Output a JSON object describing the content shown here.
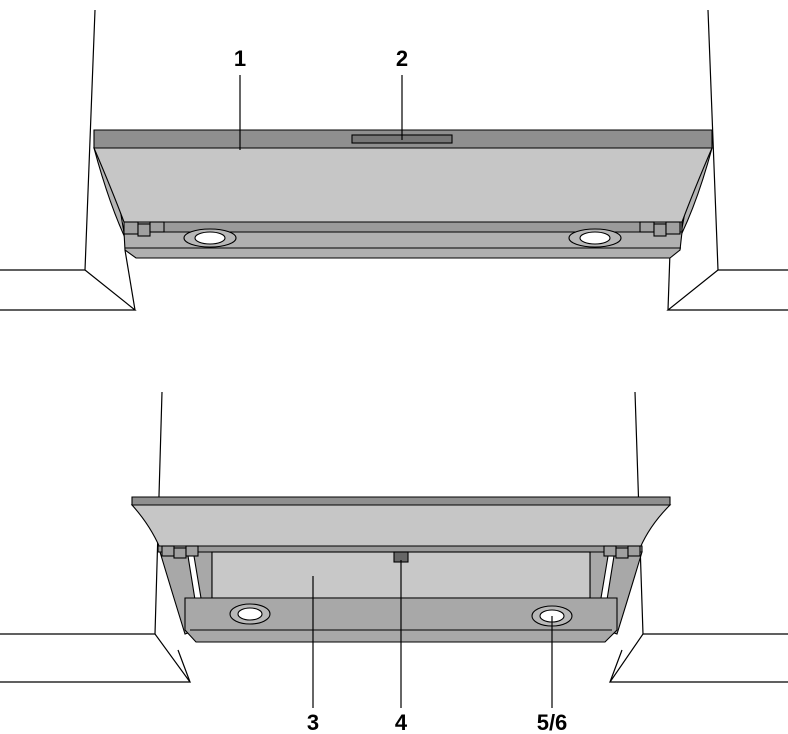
{
  "callouts": {
    "c1": "1",
    "c2": "2",
    "c3": "3",
    "c4": "4",
    "c56": "5/6"
  },
  "colors": {
    "hood_front": "#c6c6c6",
    "hood_top": "#8f8f8f",
    "hood_strip": "#9a9a9a",
    "hood_bottom": "#a8a8a8",
    "lamp": "#ffffff"
  }
}
